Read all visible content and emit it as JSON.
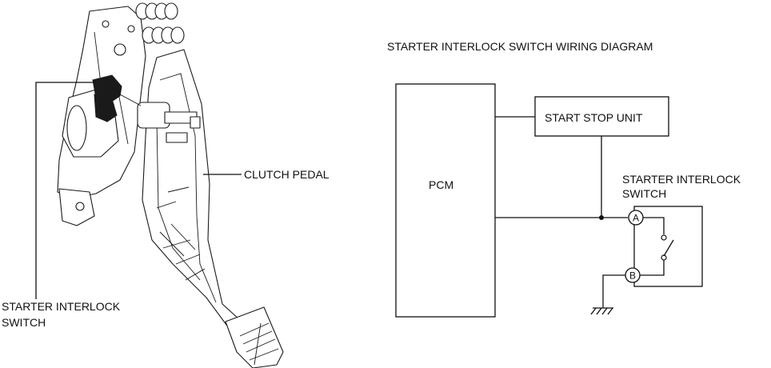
{
  "diagram": {
    "title": "STARTER INTERLOCK SWITCH WIRING DIAGRAM",
    "pedal_label": "CLUTCH PEDAL",
    "switch_callout": [
      "STARTER INTERLOCK",
      "SWITCH"
    ],
    "pcm_label": "PCM",
    "start_stop_label": "START STOP UNIT",
    "switch_label": [
      "STARTER INTERLOCK",
      "SWITCH"
    ],
    "terminal_a": "A",
    "terminal_b": "B"
  }
}
